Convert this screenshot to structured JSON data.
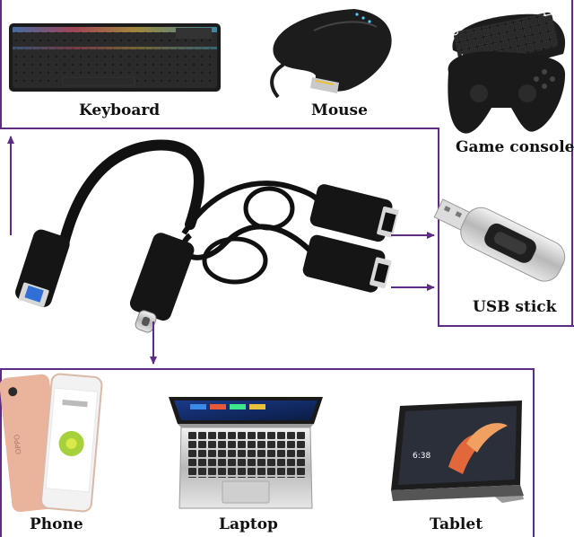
{
  "devices": {
    "top": [
      {
        "label": "Keyboard",
        "icon": "keyboard-icon"
      },
      {
        "label": "Mouse",
        "icon": "mouse-icon"
      },
      {
        "label": "Game console",
        "icon": "gamepad-icon"
      }
    ],
    "right": [
      {
        "label": "USB stick",
        "icon": "usb-stick-icon"
      }
    ],
    "bottom": [
      {
        "label": "Phone",
        "icon": "phone-icon"
      },
      {
        "label": "Laptop",
        "icon": "laptop-icon"
      },
      {
        "label": "Tablet",
        "icon": "tablet-icon"
      }
    ]
  },
  "center": {
    "icon": "usb-c-otg-splitter-cable-icon"
  },
  "colors": {
    "frame": "#5c2d82",
    "usb_blue": "#2f6fd6",
    "cable": "#111111"
  }
}
